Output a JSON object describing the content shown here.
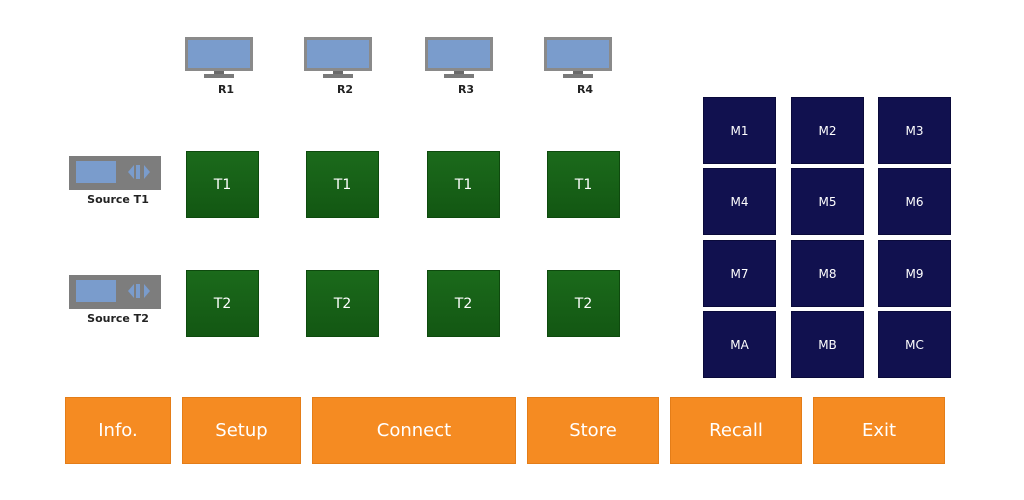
{
  "receivers": [
    {
      "label": "R1",
      "icon": "monitor-icon"
    },
    {
      "label": "R2",
      "icon": "monitor-icon"
    },
    {
      "label": "R3",
      "icon": "monitor-icon"
    },
    {
      "label": "R4",
      "icon": "monitor-icon"
    }
  ],
  "sources": [
    {
      "label": "Source T1",
      "icon": "source-device-icon"
    },
    {
      "label": "Source T2",
      "icon": "source-device-icon"
    }
  ],
  "matrix": {
    "row1": [
      "T1",
      "T1",
      "T1",
      "T1"
    ],
    "row2": [
      "T2",
      "T2",
      "T2",
      "T2"
    ]
  },
  "memory": [
    "M1",
    "M2",
    "M3",
    "M4",
    "M5",
    "M6",
    "M7",
    "M8",
    "M9",
    "MA",
    "MB",
    "MC"
  ],
  "buttons": {
    "info": "Info.",
    "setup": "Setup",
    "connect": "Connect",
    "store": "Store",
    "recall": "Recall",
    "exit": "Exit"
  },
  "colors": {
    "tile_green": "#176317",
    "memory_navy": "#11114f",
    "button_orange": "#f58b22",
    "monitor_screen": "#7a9ccc",
    "device_gray": "#7d7d7d"
  }
}
